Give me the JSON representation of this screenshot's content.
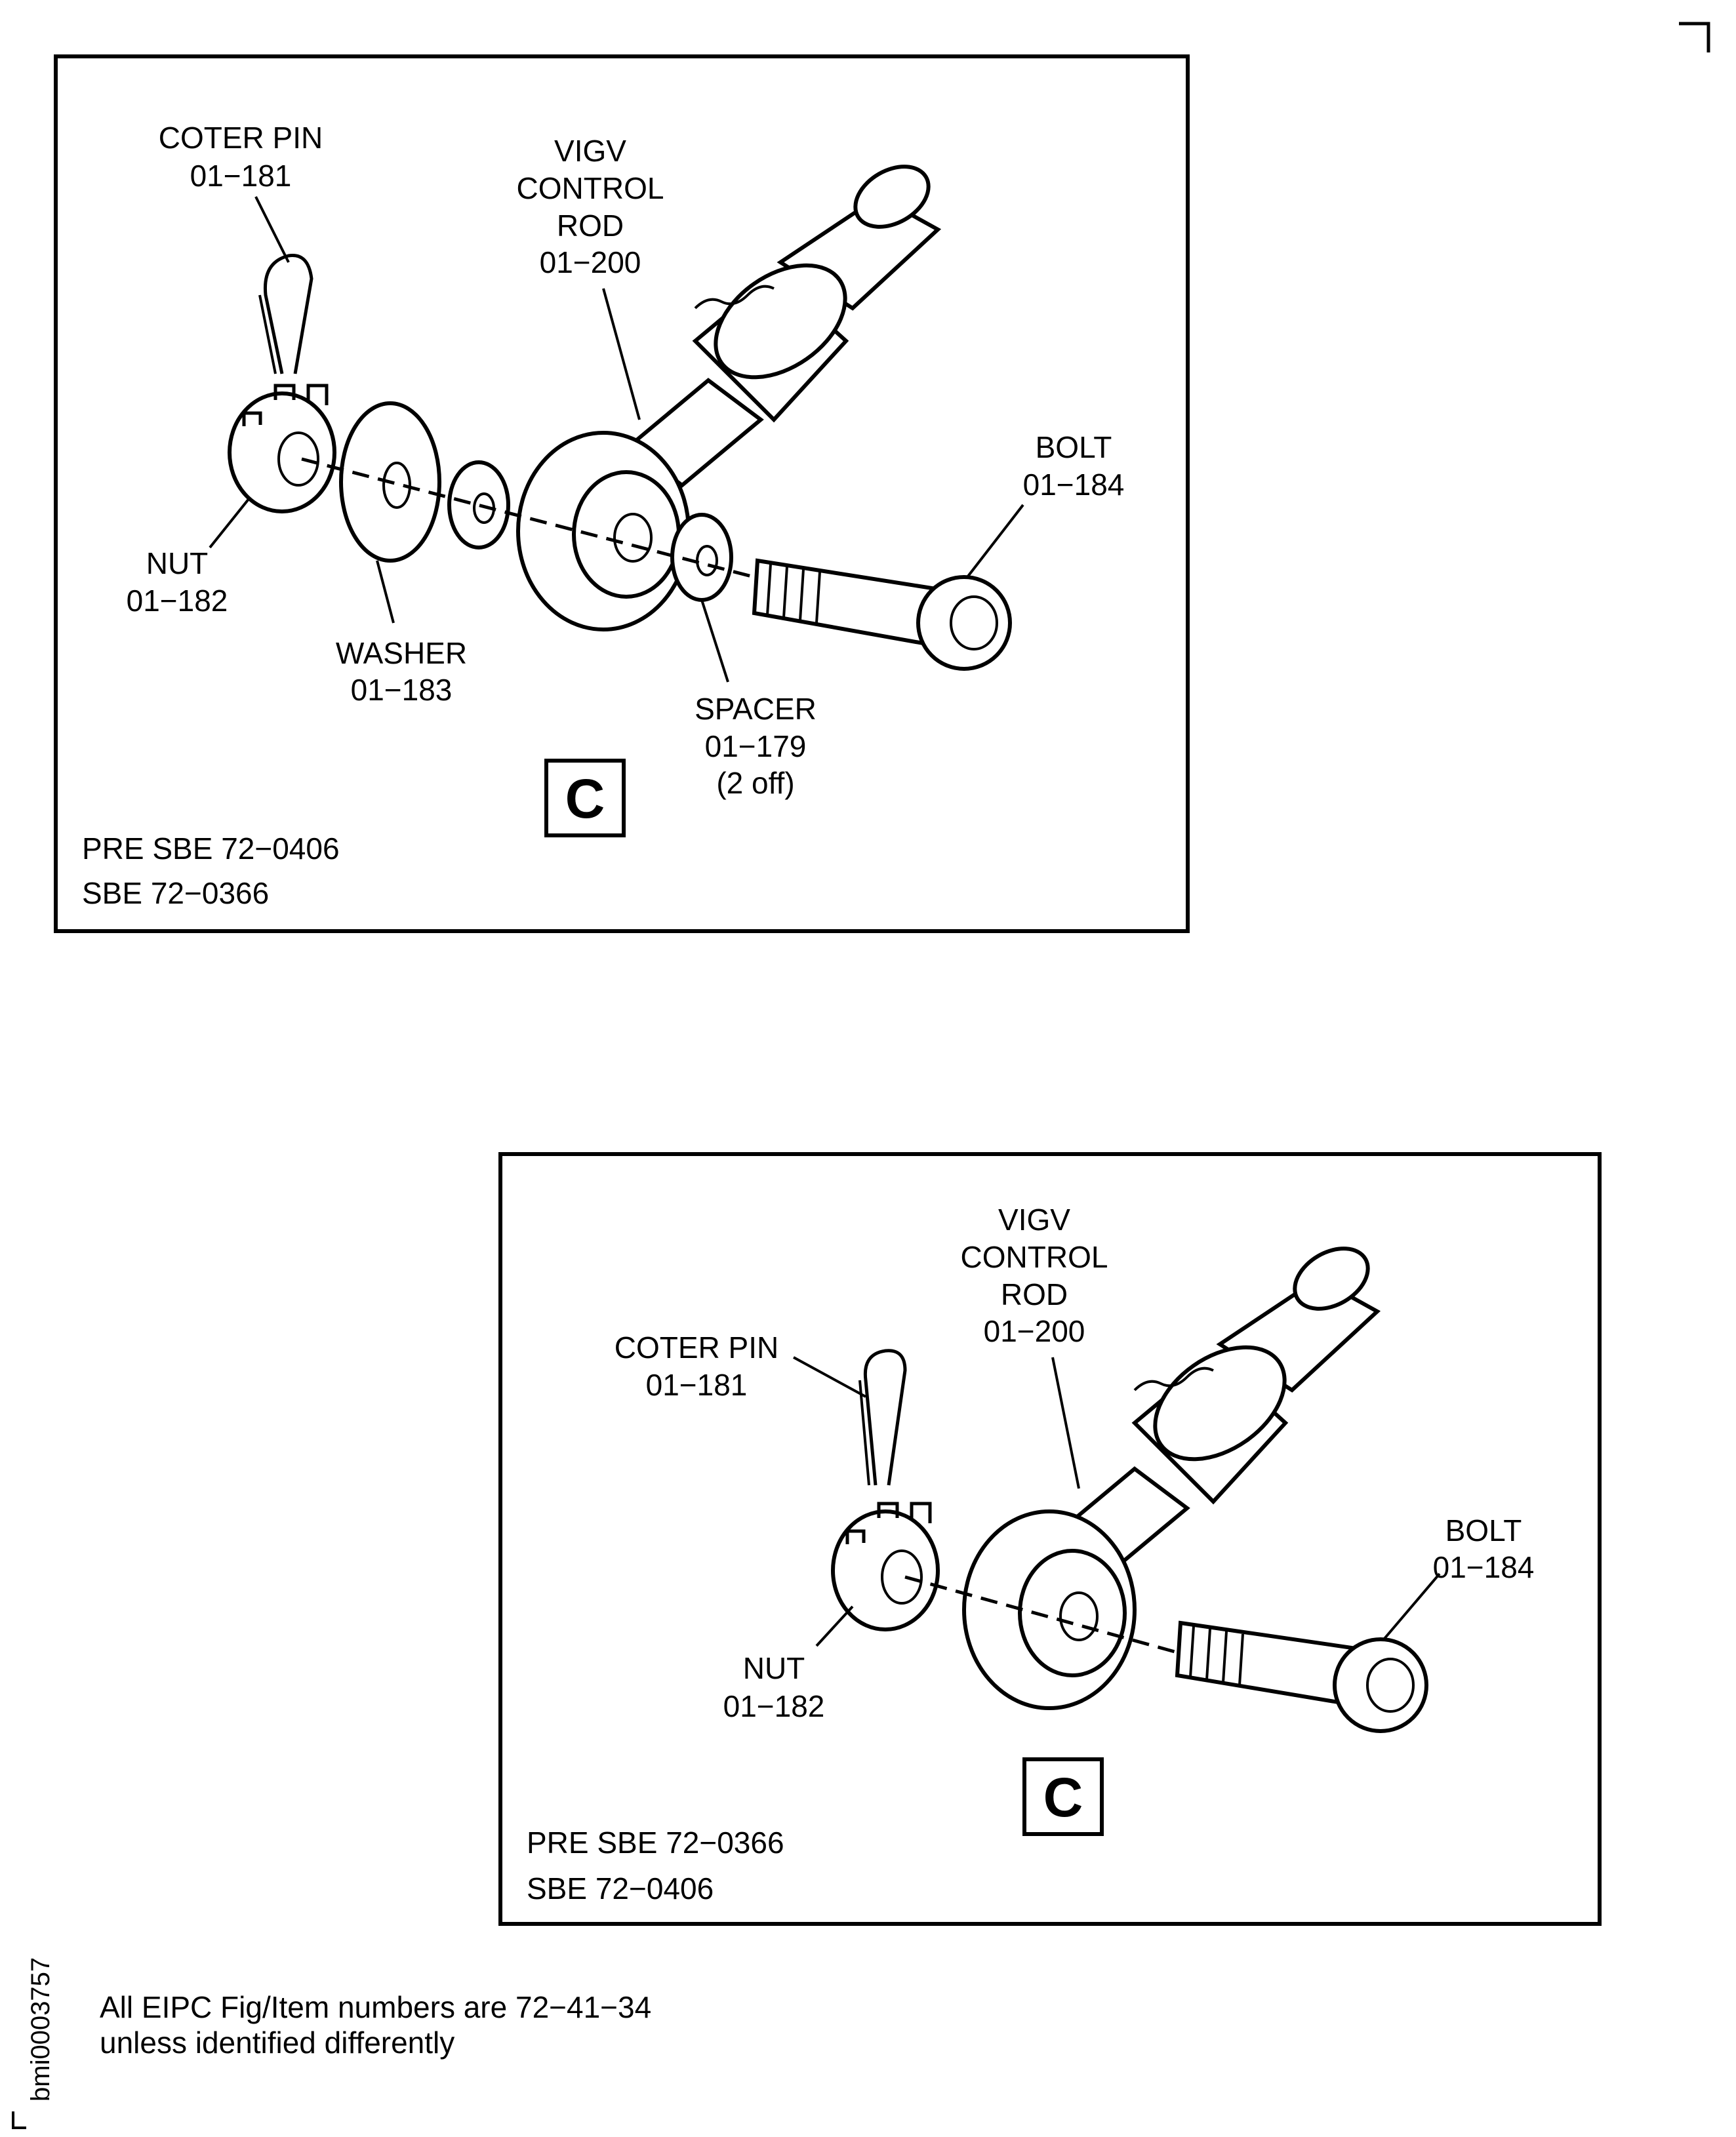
{
  "panel_top": {
    "coter_pin": {
      "name": "COTER PIN",
      "num": "01−181"
    },
    "vigv_rod": {
      "l1": "VIGV",
      "l2": "CONTROL",
      "l3": "ROD",
      "num": "01−200"
    },
    "bolt": {
      "name": "BOLT",
      "num": "01−184"
    },
    "nut": {
      "name": "NUT",
      "num": "01−182"
    },
    "washer": {
      "name": "WASHER",
      "num": "01−183"
    },
    "spacer": {
      "name": "SPACER",
      "num": "01−179",
      "qty": "(2 off)"
    },
    "view_letter": "C",
    "note_line1": "PRE SBE 72−0406",
    "note_line2": "SBE 72−0366"
  },
  "panel_bottom": {
    "vigv_rod": {
      "l1": "VIGV",
      "l2": "CONTROL",
      "l3": "ROD",
      "num": "01−200"
    },
    "coter_pin": {
      "name": "COTER PIN",
      "num": "01−181"
    },
    "bolt": {
      "name": "BOLT",
      "num": "01−184"
    },
    "nut": {
      "name": "NUT",
      "num": "01−182"
    },
    "view_letter": "C",
    "note_line1": "PRE SBE 72−0366",
    "note_line2": "SBE 72−0406"
  },
  "footnote": {
    "line1": "All EIPC Fig/Item numbers are 72−41−34",
    "line2": "unless identified differently"
  },
  "figure_id": "bmi0003757"
}
